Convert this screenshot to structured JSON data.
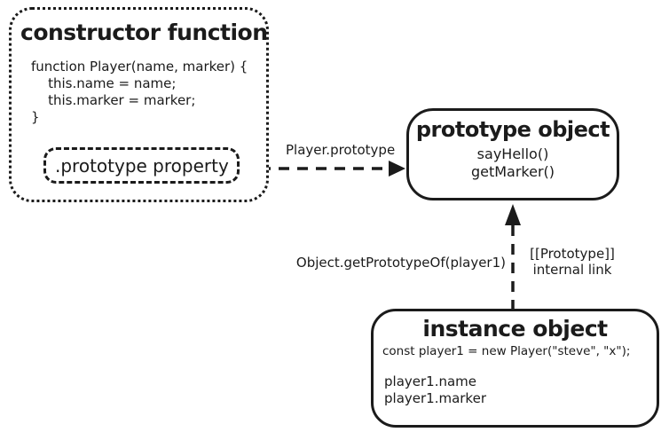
{
  "constructor_box": {
    "title": "constructor function",
    "code_lines": [
      "function Player(name, marker) {",
      "    this.name = name;",
      "    this.marker = marker;",
      "}"
    ],
    "prototype_property_label": ".prototype property"
  },
  "prototype_box": {
    "title": "prototype object",
    "methods": [
      "sayHello()",
      "getMarker()"
    ]
  },
  "instance_box": {
    "title": "instance object",
    "code_line": "const player1 = new Player(\"steve\", \"x\");",
    "properties": [
      "player1.name",
      "player1.marker"
    ]
  },
  "arrow_labels": {
    "player_prototype": "Player.prototype",
    "get_prototype_of": "Object.getPrototypeOf(player1)",
    "internal_link_line1": "[[Prototype]]",
    "internal_link_line2": "internal link"
  },
  "colors": {
    "ink": "#1b1b1b",
    "background": "#ffffff"
  }
}
